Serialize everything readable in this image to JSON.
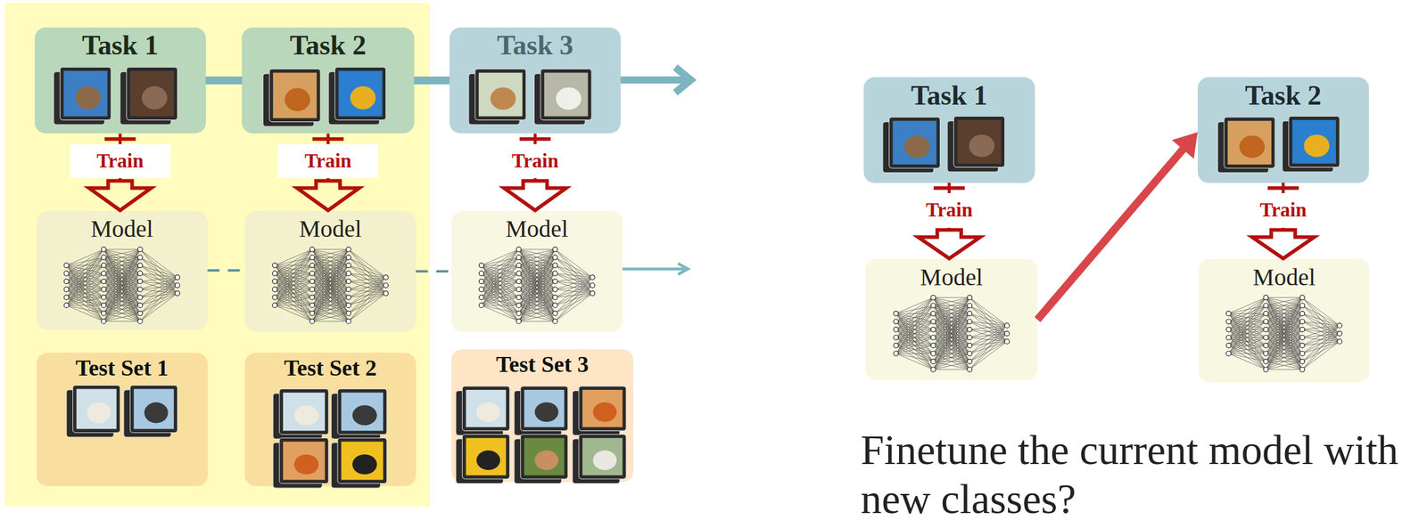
{
  "diagram": {
    "nodes": [
      {
        "text": [
          "Task 1"
        ]
      },
      {
        "text": [
          "Task 2"
        ]
      },
      {
        "text": [
          "Task 3"
        ]
      },
      {
        "text": [
          "Model"
        ]
      },
      {
        "text": [
          "Model"
        ]
      },
      {
        "text": [
          "Model"
        ]
      },
      {
        "text": [
          "Test Set 1"
        ]
      },
      {
        "text": [
          "Test Set 2"
        ]
      },
      {
        "text": [
          "Test Set 3"
        ]
      },
      {
        "text": [
          "Task 1"
        ]
      },
      {
        "text": [
          "Task 2"
        ]
      },
      {
        "text": [
          "Model"
        ]
      },
      {
        "text": [
          "Model"
        ]
      }
    ],
    "edges": [
      {
        "from": 0,
        "to": 1,
        "arrow": "none"
      },
      {
        "from": 1,
        "to": 2,
        "arrow": "none"
      },
      {
        "from": 0,
        "to": 3,
        "label": "Train",
        "arrow": "to"
      },
      {
        "from": 1,
        "to": 4,
        "label": "Train",
        "arrow": "to"
      },
      {
        "from": 2,
        "to": 5,
        "label": "Train",
        "arrow": "to"
      },
      {
        "from": 3,
        "to": 4,
        "arrow": "none"
      },
      {
        "from": 4,
        "to": 5,
        "arrow": "none"
      },
      {
        "from": 9,
        "to": 11,
        "label": "Train",
        "arrow": "to"
      },
      {
        "from": 11,
        "to": 10,
        "arrow": "to"
      },
      {
        "from": 10,
        "to": 12,
        "label": "Train",
        "arrow": "to"
      }
    ],
    "labels": [
      "Finetune the current model with new classes?"
    ]
  }
}
